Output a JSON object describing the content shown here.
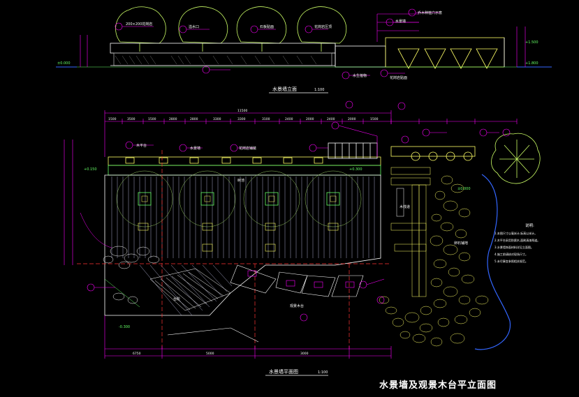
{
  "drawing": {
    "main_title": "水景墙及观景木台平立面图",
    "elevation_title": "水景墙立面",
    "elevation_scale": "1:100",
    "plan_title": "水景墙平面图",
    "plan_scale": "1:100"
  },
  "elevation": {
    "labels": [
      "乔木种植穴示意",
      "200×200花岗岩",
      "溢水口",
      "石板贴面",
      "花岗岩压顶",
      "水景墙",
      "水生植物",
      "花岗岩贴面"
    ],
    "levels": [
      "±0.000",
      "+1.500",
      "+1.800"
    ]
  },
  "plan": {
    "top_dims": [
      "1500",
      "3500",
      "1500",
      "2800",
      "2800",
      "3300",
      "3300",
      "3100",
      "2400",
      "2000",
      "2400",
      "2000",
      "1500"
    ],
    "overall_dim": "11500",
    "bottom_dims": [
      "6750",
      "5000",
      "3000"
    ],
    "labels": [
      "木平台",
      "水景墙",
      "花岗岩铺装",
      "树池",
      "木栈道",
      "台阶",
      "卵石铺地",
      "观景木台"
    ],
    "levels": [
      "+0.150",
      "+0.300",
      "-0.300",
      "±0.000"
    ]
  },
  "notes": {
    "heading": "说明:",
    "lines": [
      "1.本图尺寸以毫米计,标高以米计。",
      "2.木平台采用防腐木,面刷清漆两道。",
      "3.水景墙饰面材料详见立面图。",
      "4.施工前请核对现场尺寸。",
      "5.未尽事宜参照相关规范。"
    ]
  },
  "colors": {
    "background": "#000000",
    "dim_magenta": "#ff00ff",
    "structure_white": "#ffffff",
    "plant_yellow": "#ffff66",
    "tree_green": "#ccff66",
    "water_blue": "#3366ff",
    "axis_red": "#ff3333",
    "hatch_green": "#66ff66"
  }
}
